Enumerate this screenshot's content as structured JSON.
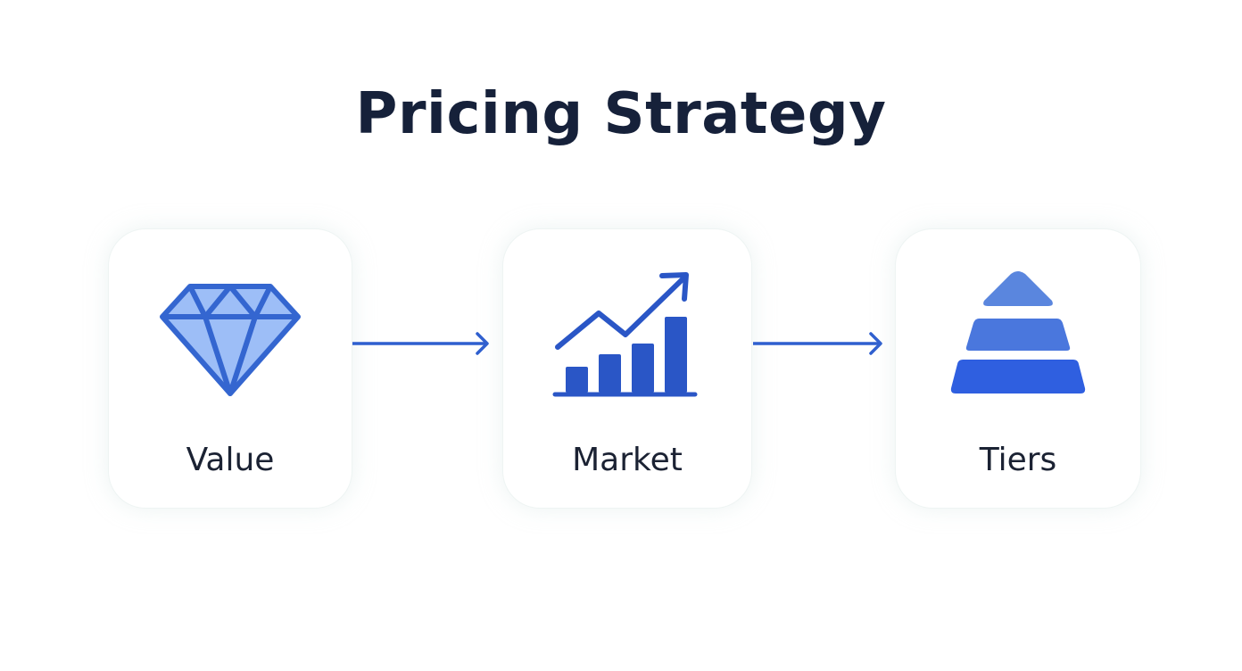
{
  "title": "Pricing Strategy",
  "steps": [
    {
      "label": "Value",
      "icon": "diamond-icon"
    },
    {
      "label": "Market",
      "icon": "growth-bar-chart-icon"
    },
    {
      "label": "Tiers",
      "icon": "pyramid-tiers-icon"
    }
  ],
  "colors": {
    "title": "#16213a",
    "label": "#1b2233",
    "accent": "#2f5fcf",
    "diamond_fill": "#9dbef7",
    "pyramid_top": "#5a86de",
    "pyramid_middle": "#4a77dd",
    "pyramid_bottom": "#2f5fe0",
    "card_border": "#eef4f3"
  }
}
